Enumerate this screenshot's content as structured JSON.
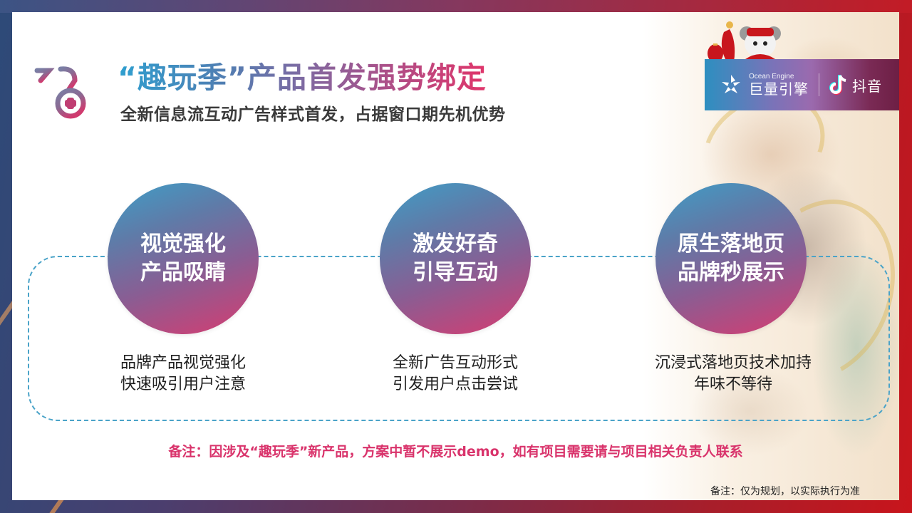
{
  "header": {
    "title": "“趣玩季”产品首发强势绑定",
    "subtitle": "全新信息流互动广告样式首发，占据窗口期先机优势",
    "logo_icon": "fu-character-logo-icon"
  },
  "brand": {
    "ocean_engine_en": "Ocean Engine",
    "ocean_engine_cn": "巨量引擎",
    "douyin": "抖音",
    "bar_gradient": [
      "#2d8fc0",
      "#9b6aae",
      "#6d1f44"
    ]
  },
  "features": [
    {
      "circle_lines": [
        "视觉强化",
        "产品吸睛"
      ],
      "desc_lines": [
        "品牌产品视觉强化",
        "快速吸引用户注意"
      ]
    },
    {
      "circle_lines": [
        "激发好奇",
        "引导互动"
      ],
      "desc_lines": [
        "全新广告互动形式",
        "引发用户点击尝试"
      ]
    },
    {
      "circle_lines": [
        "原生落地页",
        "品牌秒展示"
      ],
      "desc_lines": [
        "沉浸式落地页技术加持",
        "年味不等待"
      ]
    }
  ],
  "note": "备注：因涉及“趣玩季”新产品，方案中暂不展示demo，如有项目需要请与项目相关负责人联系",
  "footnote": "备注：仅为规划，以实际执行为准",
  "colors": {
    "accent_blue": "#3f9ec7",
    "accent_pink": "#d33f72",
    "note_color": "#d9336b",
    "dashed_frame": "#4aa3c8"
  }
}
